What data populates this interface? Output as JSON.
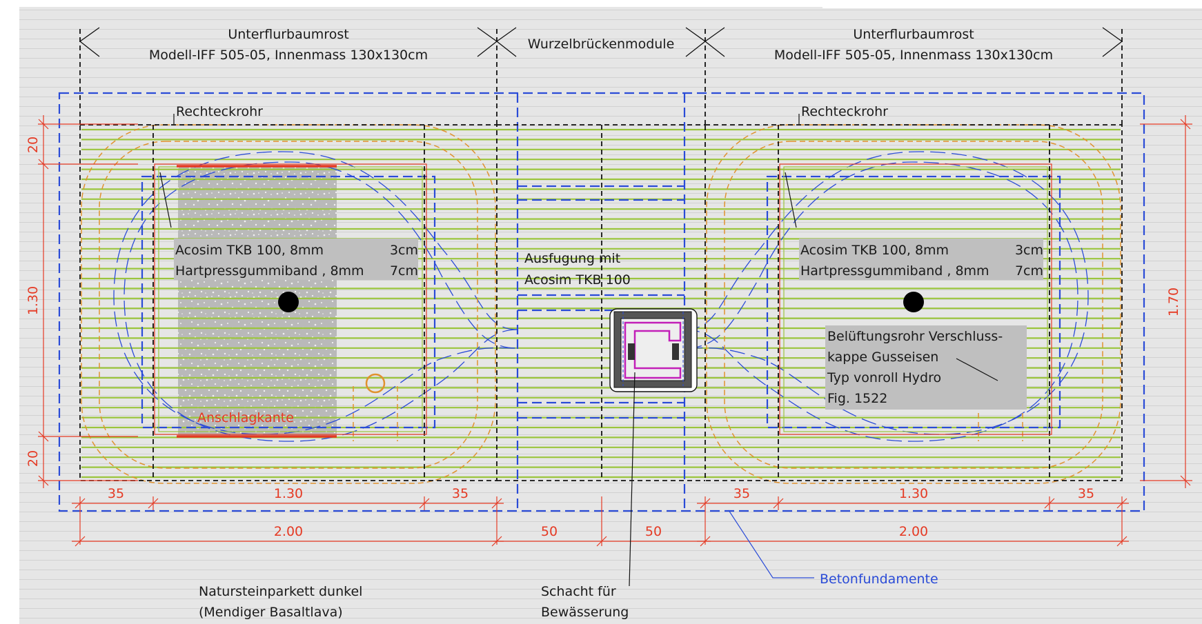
{
  "labels": {
    "header_left_1": "Unterflurbaumrost",
    "header_left_2": "Modell-IFF 505-05, Innenmass 130x130cm",
    "header_center": "Wurzelbrückenmodule",
    "header_right_1": "Unterflurbaumrost",
    "header_right_2": "Modell-IFF 505-05, Innenmass 130x130cm",
    "rechteckrohr_left": "Rechteckrohr",
    "rechteckrohr_right": "Rechteckrohr",
    "acosim_left_1": "Acosim TKB 100, 8mm",
    "acosim_left_1b": "3cm",
    "acosim_left_2": "Hartpressgummiband , 8mm",
    "acosim_left_2b": "7cm",
    "acosim_right_1": "Acosim TKB 100, 8mm",
    "acosim_right_1b": "3cm",
    "acosim_right_2": "Hartpressgummiband , 8mm",
    "acosim_right_2b": "7cm",
    "ausfugung_1": "Ausfugung mit",
    "ausfugung_2": "Acosim TKB 100",
    "beluftung_1": "Belüftungsrohr Verschluss-",
    "beluftung_2": "kappe Gusseisen",
    "beluftung_3": "Typ vonroll Hydro",
    "beluftung_4": "Fig. 1522",
    "anschlagkante": "Anschlagkante",
    "naturstein_1": "Natursteinparkett dunkel",
    "naturstein_2": "(Mendiger Basaltlava)",
    "schacht_1": "Schacht für",
    "schacht_2": "Bewässerung",
    "betonfundamente": "Betonfundamente"
  },
  "dimensions": {
    "left_20_top": "20",
    "left_130": "1.30",
    "left_20_bottom": "20",
    "right_170": "1.70",
    "l_35a": "35",
    "l_130": "1.30",
    "l_35b": "35",
    "l_200": "2.00",
    "c_50a": "50",
    "c_50b": "50",
    "r_35a": "35",
    "r_130": "1.30",
    "r_35b": "35",
    "r_200": "2.00"
  },
  "colors": {
    "background": "#e6e6e6",
    "grid_line": "#d2d2d2",
    "dimension": "#e53a24",
    "blue": "#2a4bd7",
    "green": "#9bc53d",
    "orange_dash": "#e0922f",
    "red_frame": "#e53a24",
    "black_dash": "#111111",
    "magenta": "#c21fb8",
    "label_box": "#bfbfbf"
  }
}
